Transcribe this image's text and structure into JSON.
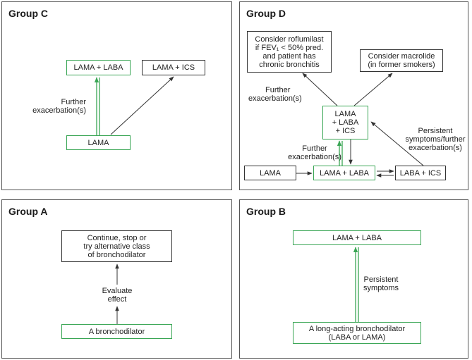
{
  "group_c": {
    "title": "Group C",
    "box_lama_laba": "LAMA + LABA",
    "box_lama_ics": "LAMA + ICS",
    "box_lama": "LAMA",
    "label_further_1": "Further",
    "label_further_2": "exacerbation(s)"
  },
  "group_d": {
    "title": "Group D",
    "box_roflumilast_1": "Consider roflumilast",
    "box_roflumilast_2": "if FEV₁ < 50% pred.",
    "box_roflumilast_3": "and patient has",
    "box_roflumilast_4": "chronic bronchitis",
    "box_macrolide_1": "Consider macrolide",
    "box_macrolide_2": "(in former smokers)",
    "box_triple_1": "LAMA",
    "box_triple_2": "+ LABA",
    "box_triple_3": "+ ICS",
    "box_lama": "LAMA",
    "box_lama_laba": "LAMA + LABA",
    "box_laba_ics": "LABA + ICS",
    "label_further_top_1": "Further",
    "label_further_top_2": "exacerbation(s)",
    "label_further_mid_1": "Further",
    "label_further_mid_2": "exacerbation(s)",
    "label_persistent_1": "Persistent",
    "label_persistent_2": "symptoms/further",
    "label_persistent_3": "exacerbation(s)"
  },
  "group_a": {
    "title": "Group A",
    "box_continue_1": "Continue, stop or",
    "box_continue_2": "try alternative class",
    "box_continue_3": "of bronchodilator",
    "label_evaluate_1": "Evaluate",
    "label_evaluate_2": "effect",
    "box_bronchodilator": "A bronchodilator"
  },
  "group_b": {
    "title": "Group B",
    "box_lama_laba": "LAMA + LABA",
    "label_persistent_1": "Persistent",
    "label_persistent_2": "symptoms",
    "box_long_acting_1": "A long-acting bronchodilator",
    "box_long_acting_2": "(LABA or LAMA)"
  },
  "colors": {
    "green": "#3aa655",
    "gray": "#333333",
    "panel_border": "#555555"
  }
}
